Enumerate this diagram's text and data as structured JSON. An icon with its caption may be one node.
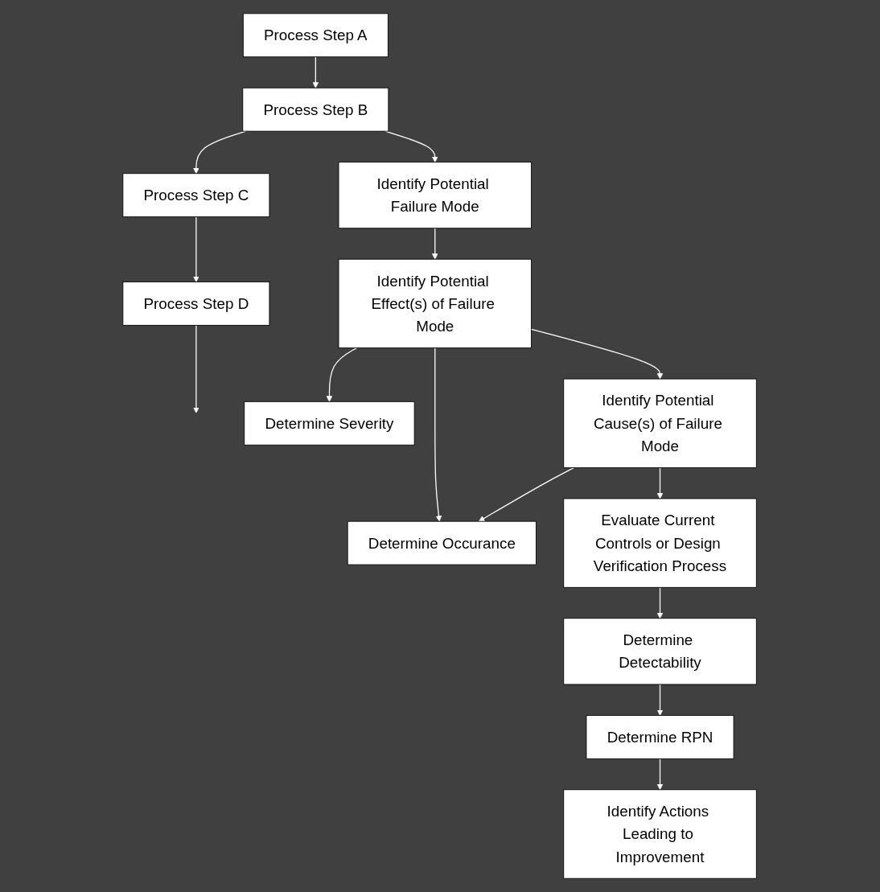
{
  "diagram": {
    "nodes": [
      {
        "text": [
          "Process Step A"
        ]
      },
      {
        "text": [
          "Process Step B"
        ]
      },
      {
        "text": [
          "Process Step C"
        ]
      },
      {
        "text": [
          "Process Step D"
        ]
      },
      {
        "text": [
          "Identify Potential Failure Mode"
        ]
      },
      {
        "text": [
          "Identify Potential Effect(s) of Failure Mode"
        ]
      },
      {
        "text": [
          "Determine Severity"
        ]
      },
      {
        "text": [
          "Identify Potential Cause(s) of Failure Mode"
        ]
      },
      {
        "text": [
          "Determine Occurance"
        ]
      },
      {
        "text": [
          "Evaluate Current Controls or Design Verification Process"
        ]
      },
      {
        "text": [
          "Determine Detectability"
        ]
      },
      {
        "text": [
          "Determine RPN"
        ]
      },
      {
        "text": [
          "Identify Actions Leading to Improvement"
        ]
      }
    ],
    "edges": [
      {
        "from": 0,
        "to": 1,
        "arrow": "to"
      },
      {
        "from": 1,
        "to": 2,
        "arrow": "to"
      },
      {
        "from": 2,
        "to": 3,
        "arrow": "to"
      },
      {
        "from": 3,
        "to": null,
        "arrow": "to"
      },
      {
        "from": 1,
        "to": 4,
        "arrow": "to"
      },
      {
        "from": 4,
        "to": 5,
        "arrow": "to"
      },
      {
        "from": 5,
        "to": 6,
        "arrow": "to"
      },
      {
        "from": 5,
        "to": 8,
        "arrow": "to"
      },
      {
        "from": 5,
        "to": 7,
        "arrow": "to"
      },
      {
        "from": 7,
        "to": 8,
        "arrow": "to"
      },
      {
        "from": 7,
        "to": 9,
        "arrow": "to"
      },
      {
        "from": 9,
        "to": 10,
        "arrow": "to"
      },
      {
        "from": 10,
        "to": 11,
        "arrow": "to"
      },
      {
        "from": 11,
        "to": 12,
        "arrow": "to"
      }
    ]
  }
}
